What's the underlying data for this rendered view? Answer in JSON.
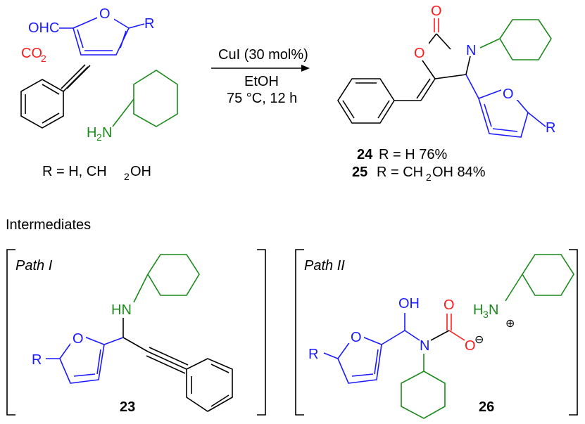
{
  "reactants": {
    "aldehyde_cho": "OHC",
    "aldehyde_o": "O",
    "aldehyde_r": "R",
    "co2_main": "CO",
    "co2_sub": "2",
    "amine_h": "H",
    "amine_sub": "2",
    "amine_n": "N",
    "r_definition_prefix": "R = H, CH",
    "r_definition_sub": "2",
    "r_definition_suffix": "OH"
  },
  "conditions": {
    "catalyst": "CuI (30 mol%)",
    "solvent": "EtOH",
    "temp_time": "75 °C, 12 h"
  },
  "product": {
    "carbonyl_o": "O",
    "ring_o": "O",
    "ring_n": "N",
    "furan_o": "O",
    "furan_r": "R",
    "entry1_num": "24",
    "entry1_text": "R = H  76%",
    "entry2_num": "25",
    "entry2_text_a": "R = CH",
    "entry2_sub": "2",
    "entry2_text_b": "OH  84%"
  },
  "intermediates": {
    "heading": "Intermediates",
    "path1": {
      "label": "Path I",
      "hn": "HN",
      "furan_o": "O",
      "r": "R",
      "number": "23"
    },
    "path2": {
      "label": "Path II",
      "oh": "OH",
      "carbonyl_o": "O",
      "anion_o": "O",
      "minus": "⊖",
      "plus": "⊕",
      "h3": "H",
      "h3_sub": "3",
      "n_amm": "N",
      "n_carb": "N",
      "furan_o": "O",
      "r": "R",
      "number": "26"
    }
  }
}
